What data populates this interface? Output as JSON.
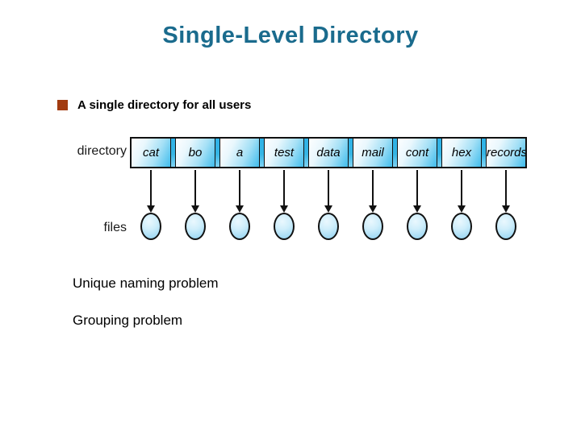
{
  "slide": {
    "title": "Single-Level Directory",
    "bullet_text": "A single directory for all users",
    "diagram": {
      "directory_label": "directory",
      "files_label": "files",
      "entries": [
        "cat",
        "bo",
        "a",
        "test",
        "data",
        "mail",
        "cont",
        "hex",
        "records"
      ]
    },
    "notes": [
      "Unique naming problem",
      "Grouping problem"
    ],
    "colors": {
      "title_text": "#1A6B8D",
      "bullet_square": "#A23B10",
      "body_text": "#000000",
      "cell_blue": "#3FBCEC",
      "separator_blue": "#35B5E5",
      "ellipse_blue": "#A9DDF5",
      "line_black": "#111111"
    }
  }
}
